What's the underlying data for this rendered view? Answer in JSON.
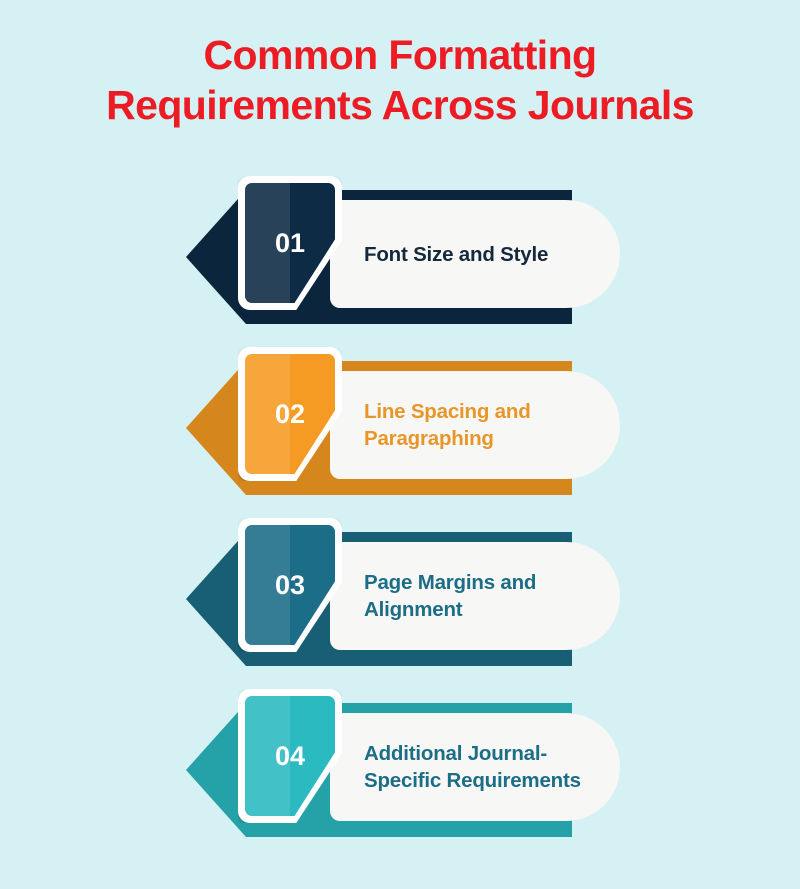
{
  "title": {
    "line1": "Common Formatting",
    "line2": "Requirements Across Journals",
    "color": "#ed1c24"
  },
  "background_color": "#d6f1f4",
  "card_color": "#f7f7f5",
  "items": [
    {
      "number": "01",
      "label": "Font Size and Style",
      "color": "#0d2b45",
      "text_color": "#15293d"
    },
    {
      "number": "02",
      "label": "Line Spacing and Paragraphing",
      "color": "#f59b23",
      "text_color": "#e8962a"
    },
    {
      "number": "03",
      "label": "Page Margins and Alignment",
      "color": "#1c6d87",
      "text_color": "#1c6d87"
    },
    {
      "number": "04",
      "label": "Additional Journal-Specific Requirements",
      "color": "#2bbac0",
      "text_color": "#1c6d87"
    }
  ]
}
